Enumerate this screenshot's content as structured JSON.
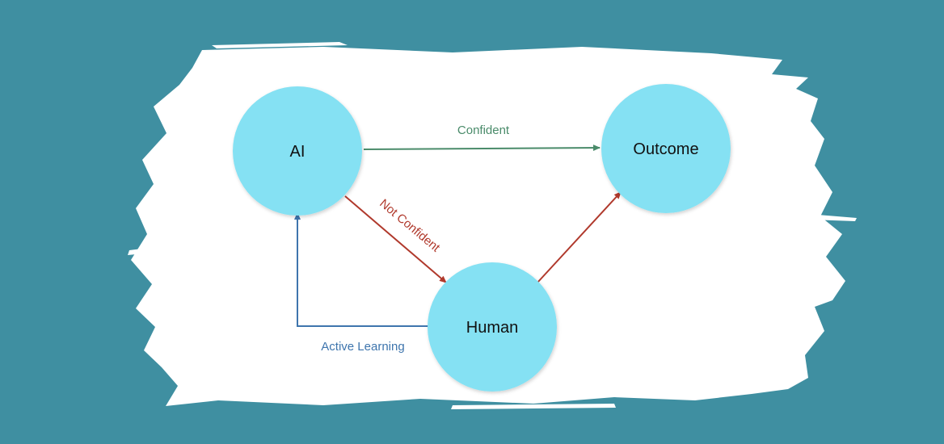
{
  "colors": {
    "background": "#3f8fa1",
    "canvas": "#ffffff",
    "node_fill": "#85e1f3",
    "edge_confident": "#4a8b6a",
    "edge_not_confident": "#b0392c",
    "edge_human_outcome": "#b0392c",
    "edge_active_learning": "#3e75ad"
  },
  "nodes": {
    "ai": {
      "label": "AI"
    },
    "outcome": {
      "label": "Outcome"
    },
    "human": {
      "label": "Human"
    }
  },
  "edges": {
    "confident": {
      "label": "Confident",
      "from": "AI",
      "to": "Outcome"
    },
    "not_confident": {
      "label": "Not Confident",
      "from": "AI",
      "to": "Human"
    },
    "human_outcome": {
      "label": "",
      "from": "Human",
      "to": "Outcome"
    },
    "active_learning": {
      "label": "Active Learning",
      "from": "Human",
      "to": "AI"
    }
  }
}
